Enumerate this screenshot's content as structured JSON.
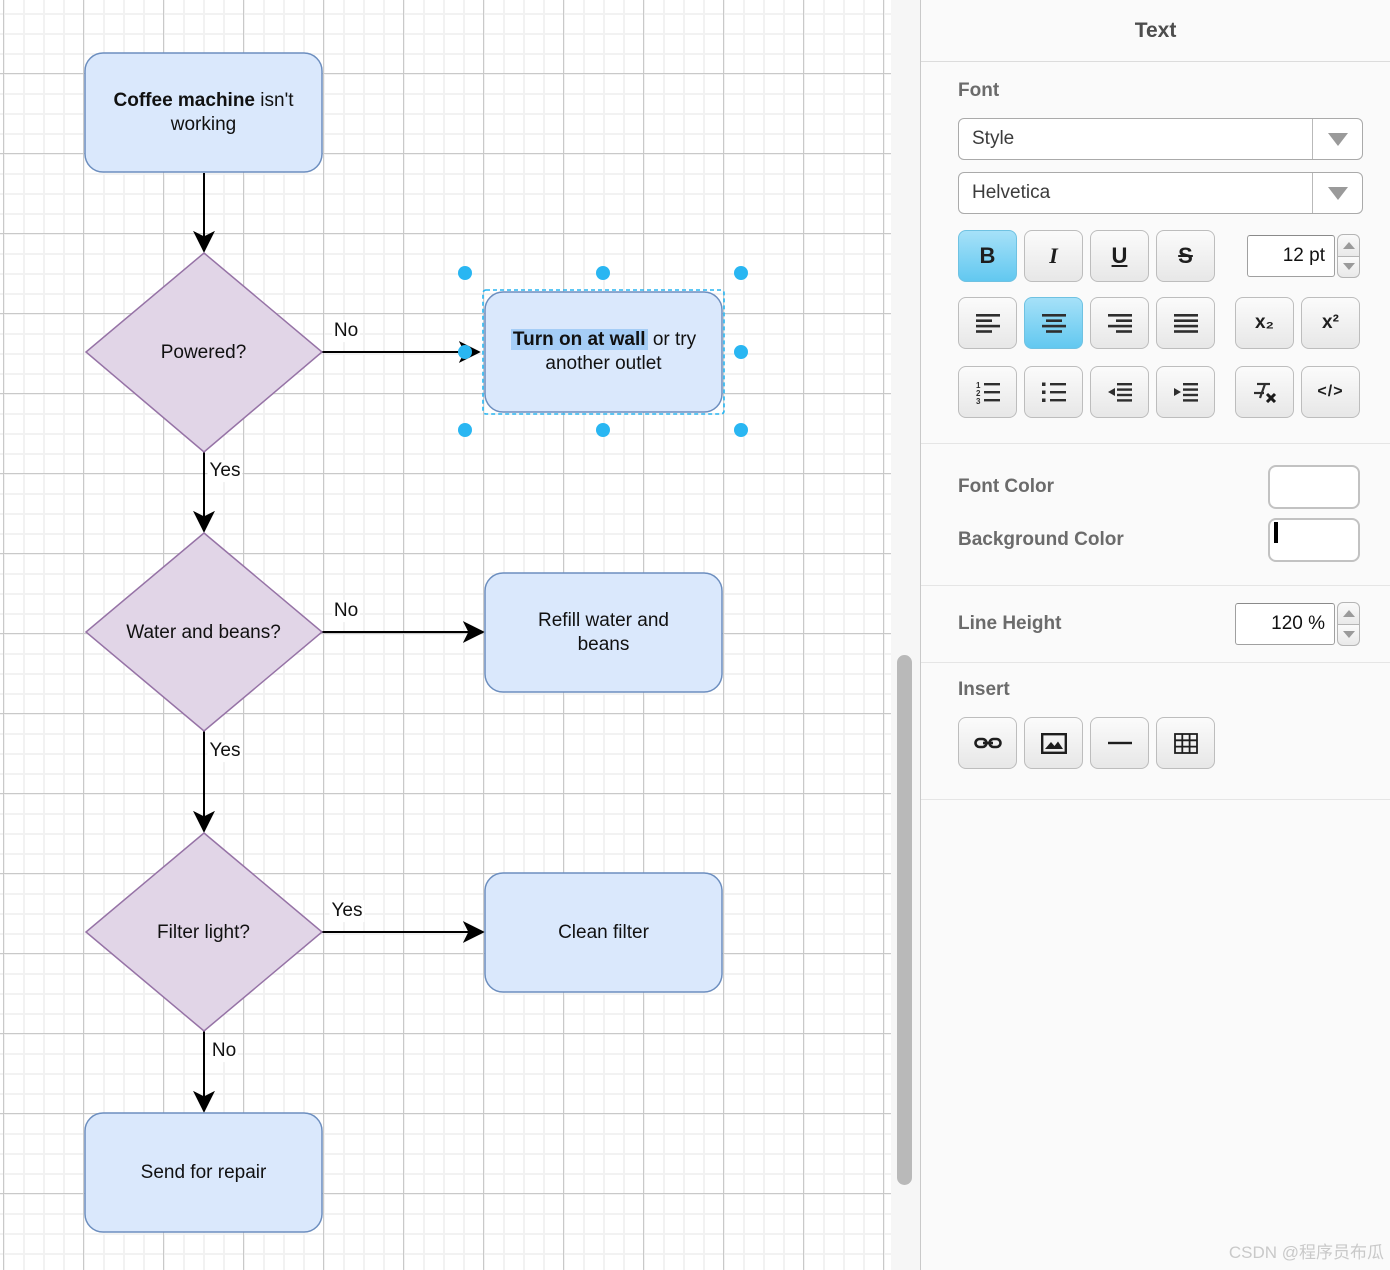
{
  "panel": {
    "title": "Text",
    "font": {
      "label": "Font",
      "style_value": "Style",
      "family_value": "Helvetica",
      "size_value": "12 pt",
      "bold": "B",
      "italic": "I",
      "underline": "U",
      "strikethrough": "S",
      "subscript": "x₂",
      "superscript": "x²",
      "code": "</>"
    },
    "font_color_label": "Font Color",
    "background_color_label": "Background Color",
    "line_height_label": "Line Height",
    "line_height_value": "120 %",
    "insert_label": "Insert"
  },
  "flowchart": {
    "nodes": {
      "start": {
        "line1_bold": "Coffee machine",
        "line1_rest": " isn't",
        "line2": "working"
      },
      "powered": {
        "label": "Powered?"
      },
      "turn_on": {
        "line1_highlight": "Turn on at wall",
        "line1_rest": " or try",
        "line2": "another outlet"
      },
      "water": {
        "label": "Water and beans?"
      },
      "refill": {
        "line1": "Refill water and",
        "line2": "beans"
      },
      "filter": {
        "label": "Filter light?"
      },
      "clean": {
        "label": "Clean filter"
      },
      "repair": {
        "label": "Send for repair"
      }
    },
    "edge_labels": {
      "powered_no": "No",
      "powered_yes": "Yes",
      "water_no": "No",
      "water_yes": "Yes",
      "filter_yes": "Yes",
      "filter_no": "No"
    }
  },
  "colors": {
    "node_fill": "#dae8fc",
    "node_border": "#6c8ebf",
    "decision_fill": "#e1d5e7",
    "decision_border": "#9673a6",
    "selection": "#29b6f2",
    "highlight": "#a5cdf6",
    "font_color_swatch": "#000000",
    "background_color_swatch": "#ffffff"
  },
  "watermark": "CSDN @程序员布瓜"
}
